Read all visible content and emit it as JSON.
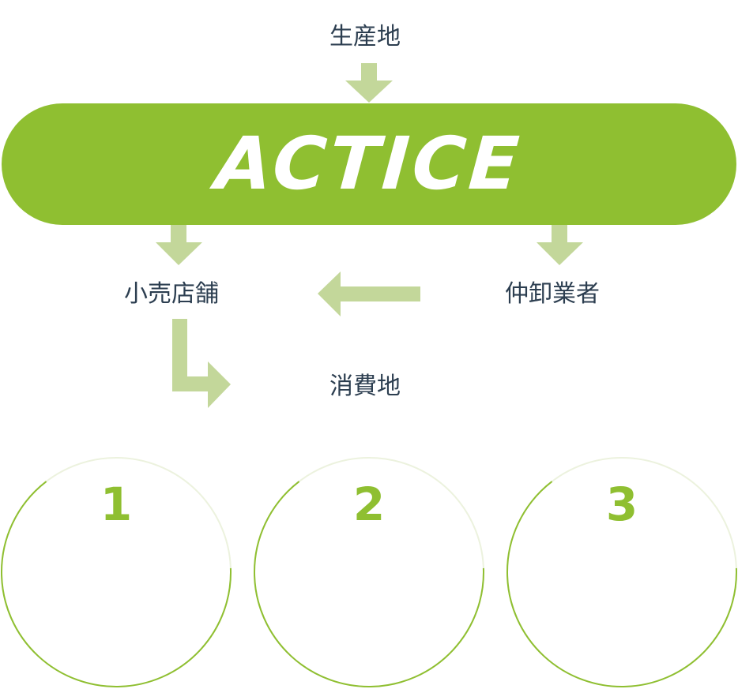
{
  "nodes": {
    "origin": "生産地",
    "center": "ACTICE",
    "retail": "小売店舗",
    "wholesale": "仲卸業者",
    "consumption": "消費地"
  },
  "steps": [
    "1",
    "2",
    "3"
  ],
  "colors": {
    "accent": "#8fbf31",
    "arrow": "#c3d79a",
    "text": "#2c3e50"
  }
}
